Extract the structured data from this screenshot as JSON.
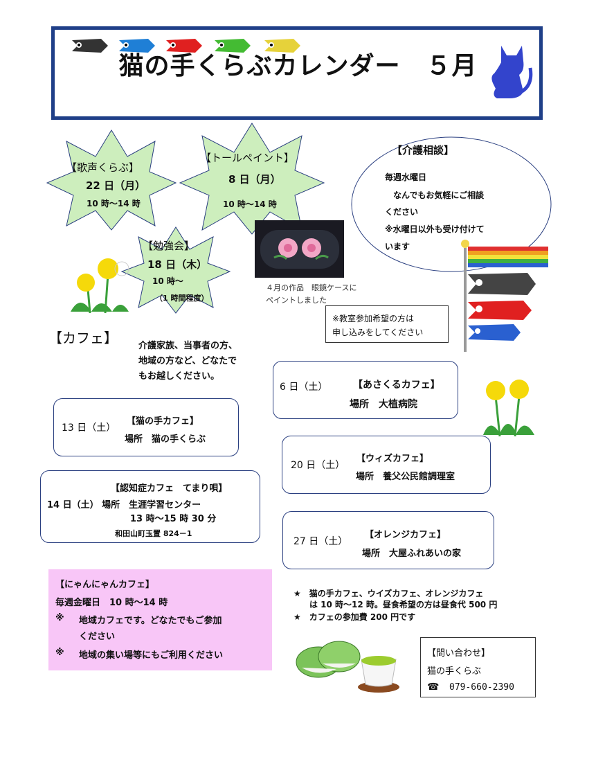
{
  "header": {
    "title": "猫の手くらぶカレンダー　５月",
    "carp_colors": [
      "#333333",
      "#1f7fd6",
      "#e02020",
      "#44bb33",
      "#e6d23a"
    ]
  },
  "events": {
    "kasei": {
      "name": "【歌声くらぶ】",
      "date": "22 日（月）",
      "time": "10 時～14 時"
    },
    "tole": {
      "name": "【トールペイント】",
      "date": "8 日（月）",
      "time": "10 時～14 時"
    },
    "benkyo": {
      "name": "【勉強会】",
      "date": "18 日（木）",
      "time": "10 時～",
      "note": "（1 時間程度）"
    }
  },
  "kaigo": {
    "title": "【介護相談】",
    "line1": "毎週水曜日",
    "line2": "なんでもお気軽にご相談",
    "line3": "ください",
    "line4": "※水曜日以外も受け付けて",
    "line5": "います"
  },
  "photo": {
    "caption1": "４月の作品　眼鏡ケースに",
    "caption2": "ペイントしました"
  },
  "notice": {
    "line1": "※教室参加希望の方は",
    "line2": "申し込みをしてください"
  },
  "cafe": {
    "heading": "【カフェ】",
    "intro1": "介護家族、当事者の方、",
    "intro2": "地域の方など、どなたで",
    "intro3": "もお越しください。"
  },
  "cafes": {
    "asakuru": {
      "date": "6 日（土）",
      "name": "【あさくるカフェ】",
      "place": "場所　大植病院"
    },
    "nekonote": {
      "date": "13 日（土）",
      "name": "【猫の手カフェ】",
      "place": "場所　猫の手くらぶ"
    },
    "wiz": {
      "date": "20 日（土）",
      "name": "【ウィズカフェ】",
      "place": "場所　養父公民館調理室"
    },
    "temari": {
      "name": "【認知症カフェ　てまり唄】",
      "date_place": "14 日（土）  場所　生涯学習センター",
      "time": "13 時～15 時 30 分",
      "address": "和田山町玉置 824－1"
    },
    "orange": {
      "date": "27 日（土）",
      "name": "【オレンジカフェ】",
      "place": "場所　大屋ふれあいの家"
    }
  },
  "nyan": {
    "title": "【にゃんにゃんカフェ】",
    "schedule": "毎週金曜日　10 時～14 時",
    "note1_mark": "※",
    "note1a": "地域カフェです。どなたでもご参加",
    "note1b": "ください",
    "note2_mark": "※",
    "note2": "地域の集い場等にもご利用ください"
  },
  "stars": {
    "line1": "★　猫の手カフェ、ウイズカフェ、オレンジカフェ",
    "line2": "は 10 時～12 時。昼食希望の方は昼食代 500 円",
    "line3": "★　カフェの参加費 200 円です"
  },
  "contact": {
    "title": "【問い合わせ】",
    "org": "猫の手くらぶ",
    "phone_icon": "☎",
    "phone": "079-660-2390"
  }
}
